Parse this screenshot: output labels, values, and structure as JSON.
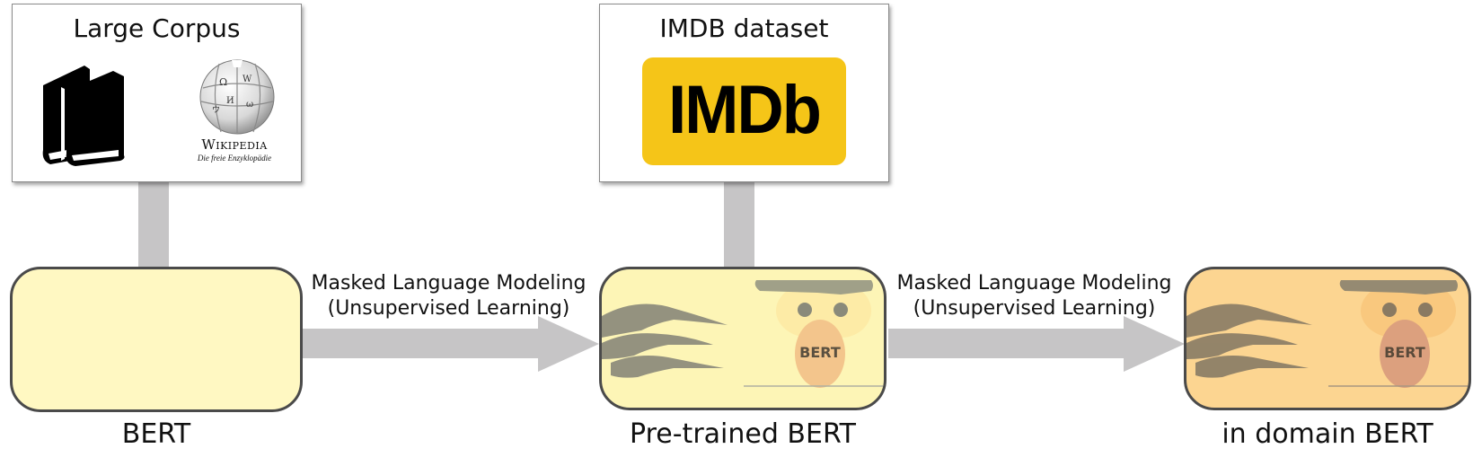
{
  "corpus_box": {
    "title": "Large Corpus",
    "wiki_wordmark": "Wikipedia",
    "wiki_tagline": "Die freie Enzyklopädie"
  },
  "imdb_box": {
    "title": "IMDB dataset",
    "logo_text": "IMDb"
  },
  "arrow1": {
    "line1": "Masked Language Modeling",
    "line2": "(Unsupervised Learning)"
  },
  "arrow2": {
    "line1": "Masked Language Modeling",
    "line2": "(Unsupervised Learning)"
  },
  "models": {
    "base": {
      "label": "BERT"
    },
    "pretrained": {
      "label": "Pre-trained BERT",
      "badge": "BERT"
    },
    "domain": {
      "label": "in domain BERT",
      "badge": "BERT"
    }
  },
  "colors": {
    "base_fill": "#fff8c2",
    "pretrained_fill": "#fdf5b6",
    "domain_fill": "#fcd591",
    "connector": "#c6c5c6",
    "imdb_yellow": "#f5c518"
  }
}
